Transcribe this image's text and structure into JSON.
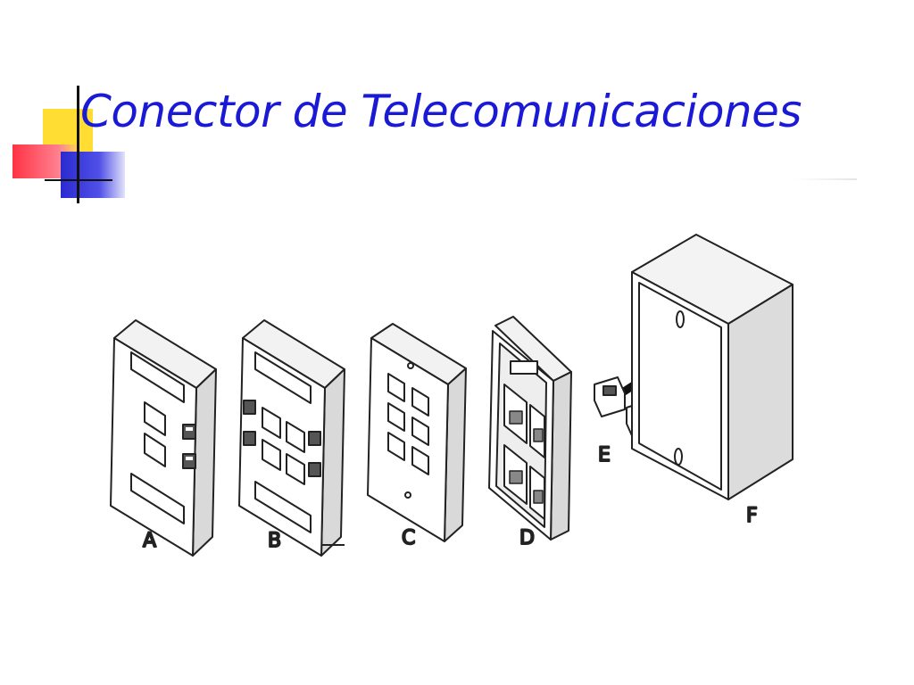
{
  "slide": {
    "title": "Conector de Telecomunicaciones"
  },
  "diagram": {
    "labels": [
      "A",
      "B",
      "C",
      "D",
      "E",
      "F"
    ]
  },
  "colors": {
    "title": "#1a1ad6",
    "deco_yellow": "#ffdd33",
    "deco_red": "#ff3344",
    "deco_blue": "#2a2ad0"
  }
}
